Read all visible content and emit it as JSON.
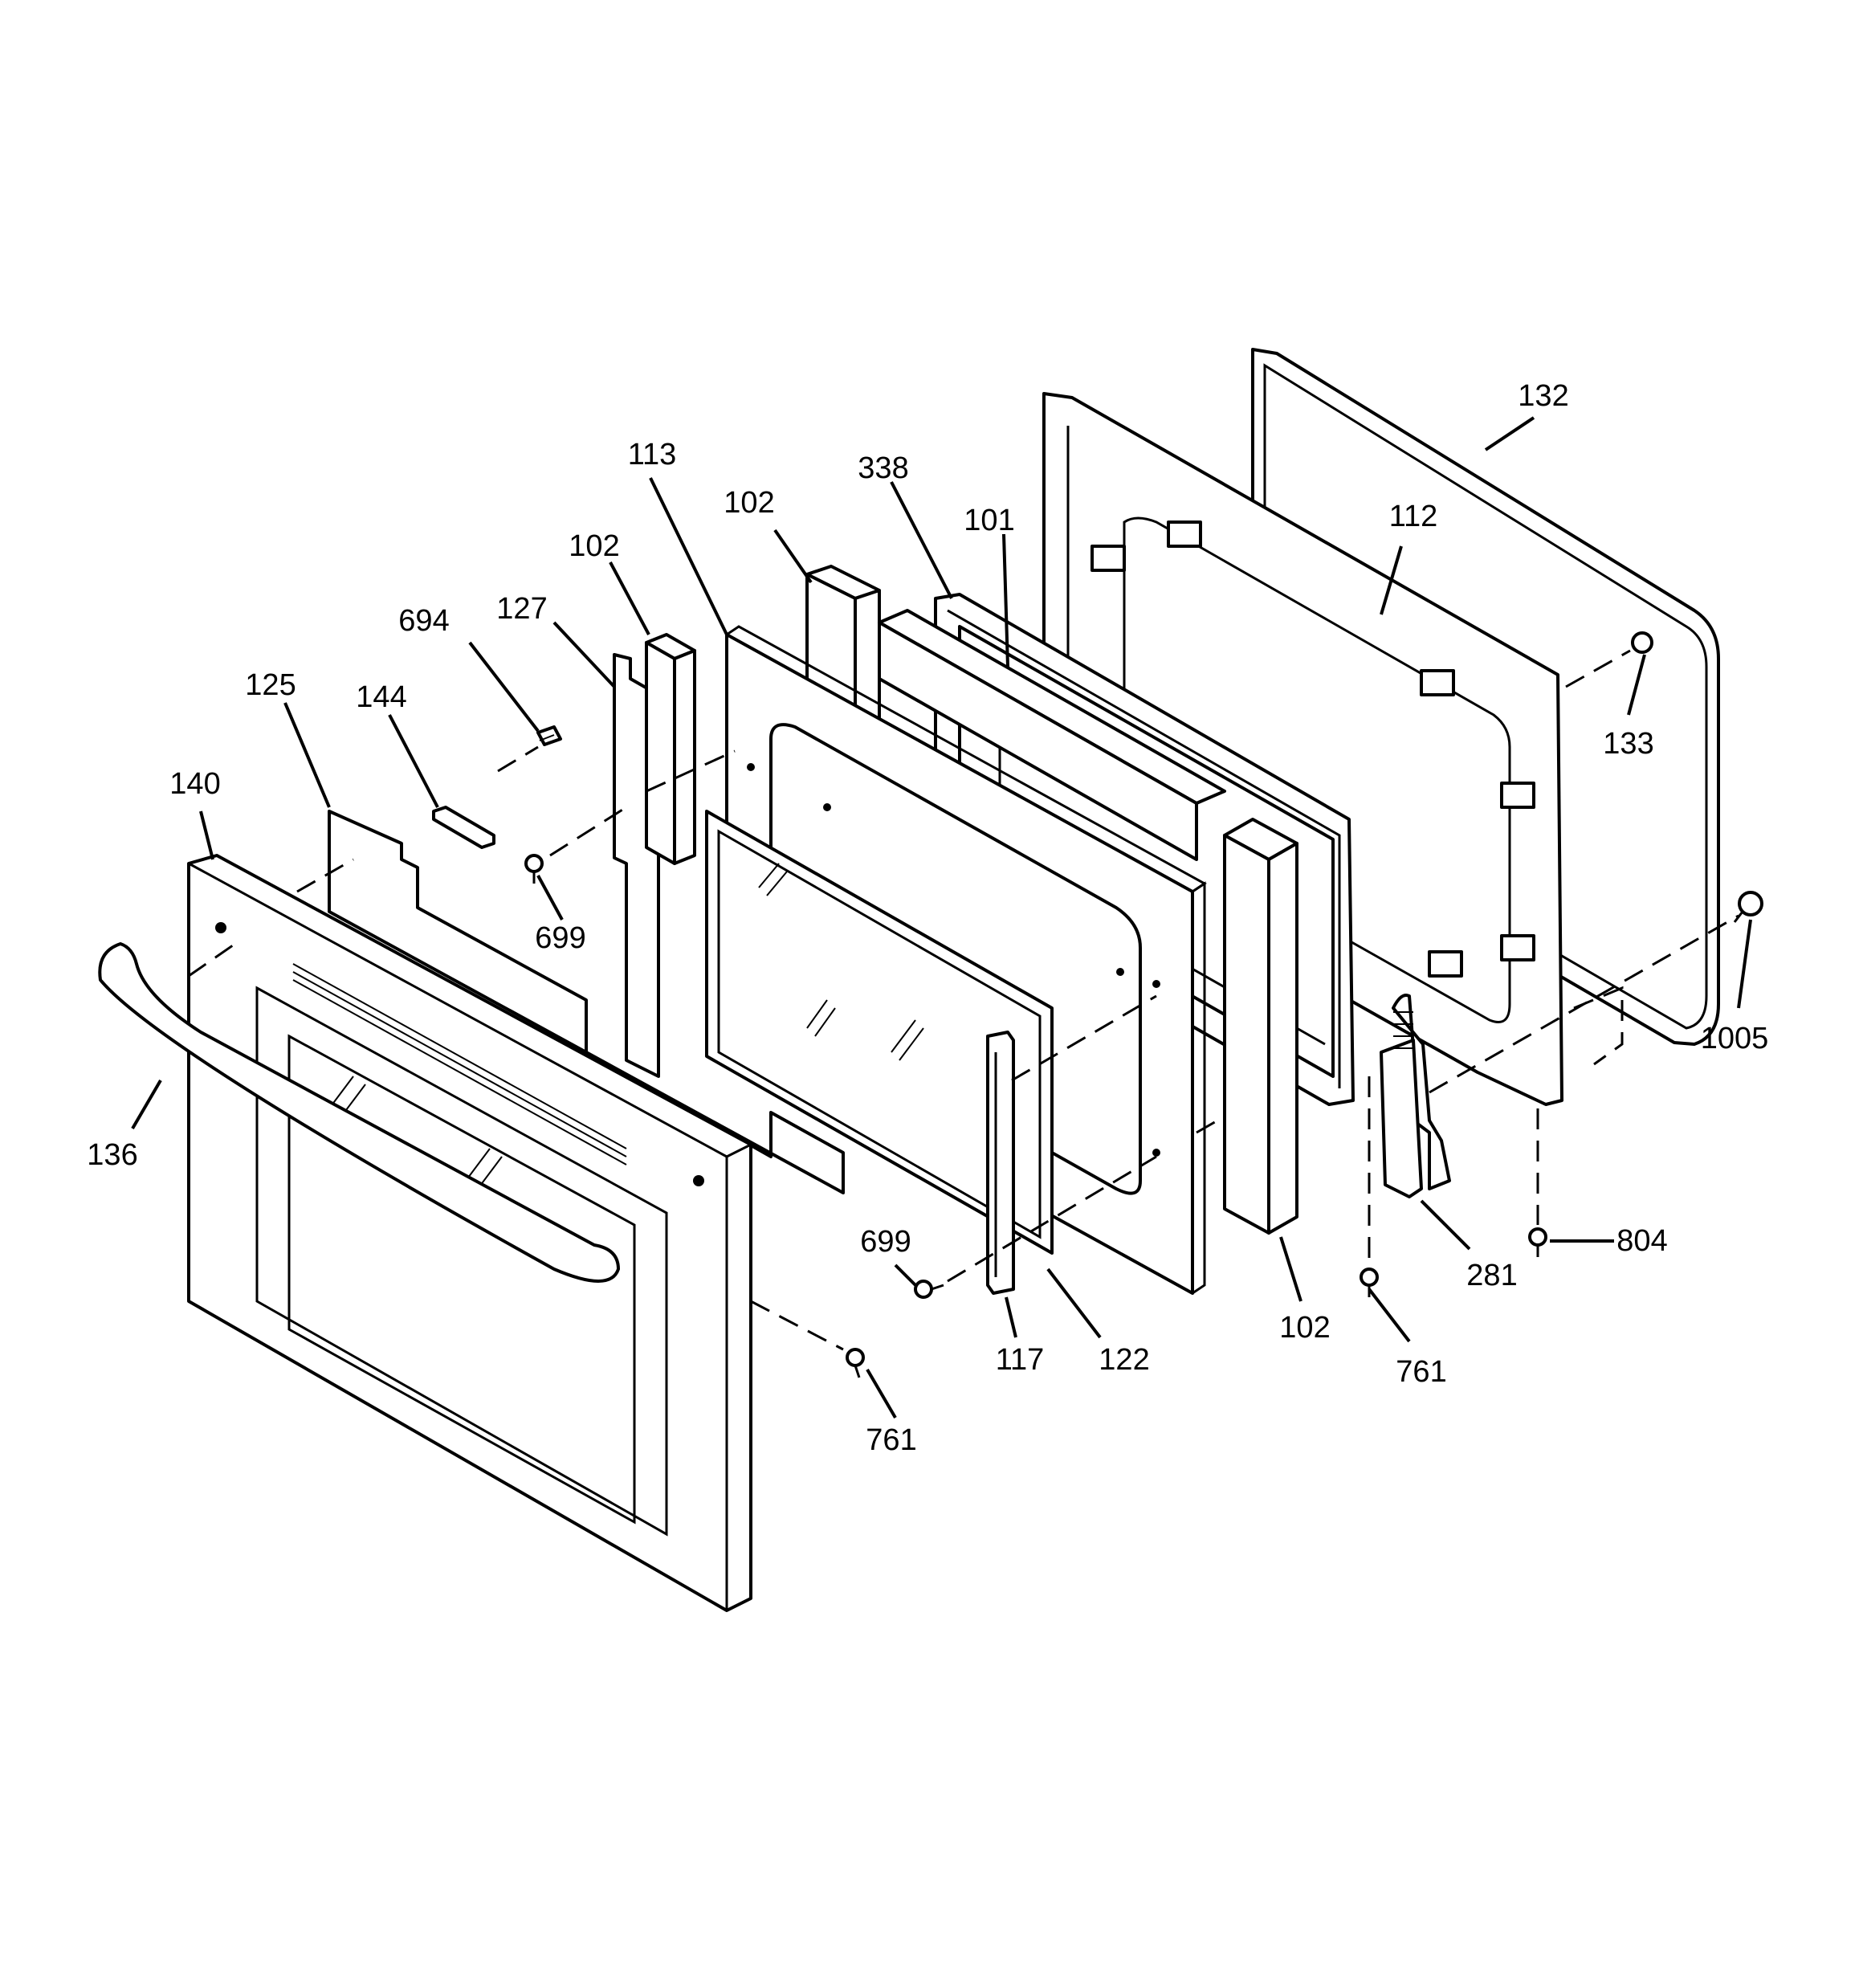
{
  "callouts": {
    "c132": "132",
    "c112": "112",
    "c338": "338",
    "c101": "101",
    "c113": "113",
    "c102_top_left": "102",
    "c102_top_mid": "102",
    "c102_bottom": "102",
    "c127": "127",
    "c694": "694",
    "c144": "144",
    "c125": "125",
    "c140": "140",
    "c136": "136",
    "c699_left": "699",
    "c699_mid": "699",
    "c117": "117",
    "c122": "122",
    "c761_front": "761",
    "c761_hinge": "761",
    "c281": "281",
    "c804": "804",
    "c133": "133",
    "c1005": "1005"
  }
}
